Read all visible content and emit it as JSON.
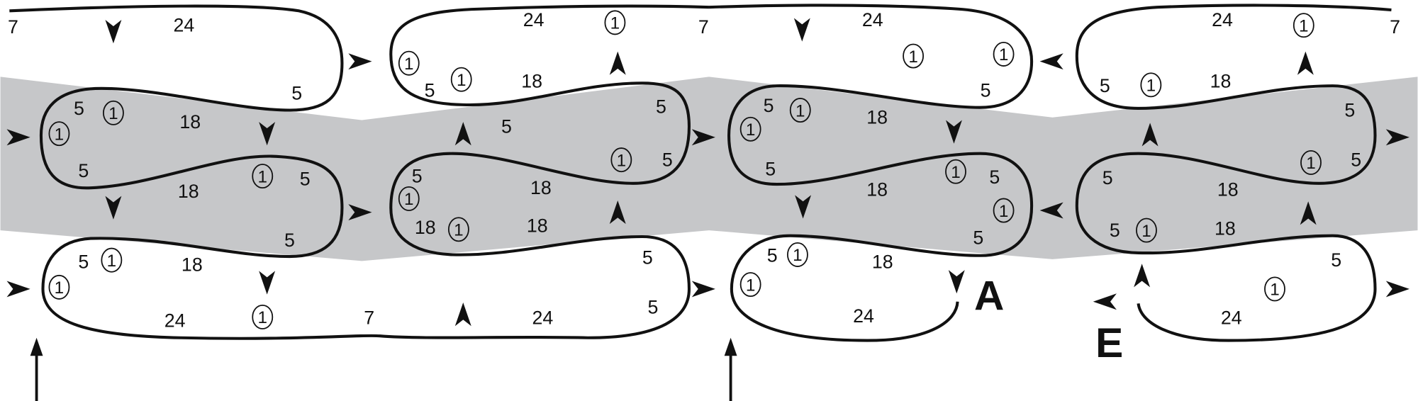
{
  "colors": {
    "band": "#c6c7c9",
    "line": "#111111",
    "background": "#ffffff"
  },
  "numbers": [
    "7",
    "24",
    "5",
    "5",
    "18",
    "5",
    "18",
    "5",
    "5",
    "5",
    "18",
    "24",
    "7",
    "24",
    "5",
    "5",
    "24",
    "7",
    "5",
    "18",
    "5",
    "5",
    "18",
    "5",
    "18",
    "18",
    "5",
    "24",
    "5",
    "5",
    "18",
    "5",
    "18",
    "5",
    "5",
    "5",
    "18",
    "24",
    "24",
    "7",
    "5",
    "18",
    "5",
    "5",
    "5",
    "18",
    "5",
    "18",
    "5",
    "24"
  ],
  "circled_numbers": [
    "1",
    "1",
    "1",
    "1",
    "1",
    "1",
    "1",
    "1",
    "1",
    "1",
    "1",
    "1",
    "1",
    "1",
    "1",
    "1",
    "1",
    "1",
    "1",
    "1",
    "1",
    "1",
    "1",
    "1",
    "1"
  ],
  "markers": {
    "a": "A",
    "e": "E"
  }
}
